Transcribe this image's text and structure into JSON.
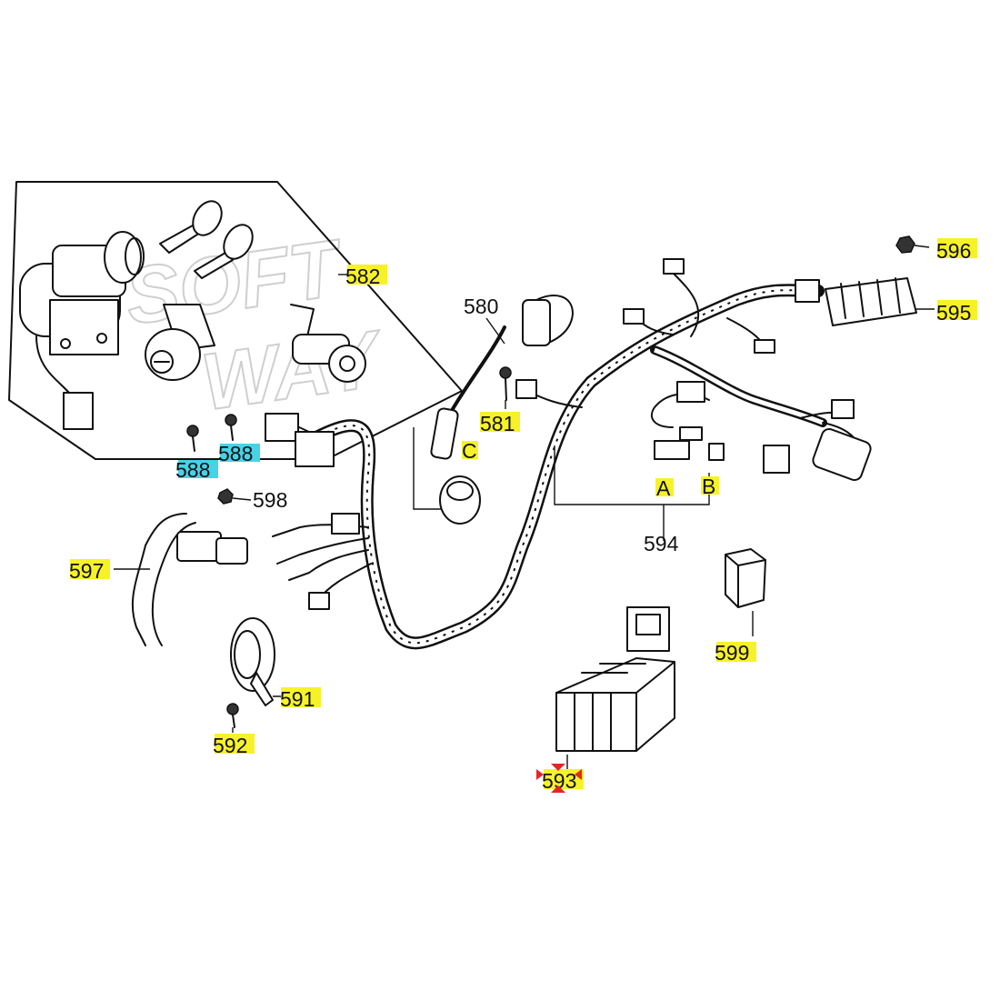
{
  "watermark": {
    "line1": "SOFT",
    "line2": "WAY"
  },
  "callouts": {
    "c580": "580",
    "c581": "581",
    "c582": "582",
    "c588a": "588",
    "c588b": "588",
    "c591": "591",
    "c592": "592",
    "c593": "593",
    "c594": "594",
    "c595": "595",
    "c596": "596",
    "c597": "597",
    "c598": "598",
    "c599": "599",
    "letterA": "A",
    "letterB": "B",
    "letterC": "C"
  },
  "colors": {
    "label_highlight": "#f7f228",
    "label_highlight_alt": "#46d3e6",
    "marker": "#e8242a",
    "ink": "#111111"
  }
}
